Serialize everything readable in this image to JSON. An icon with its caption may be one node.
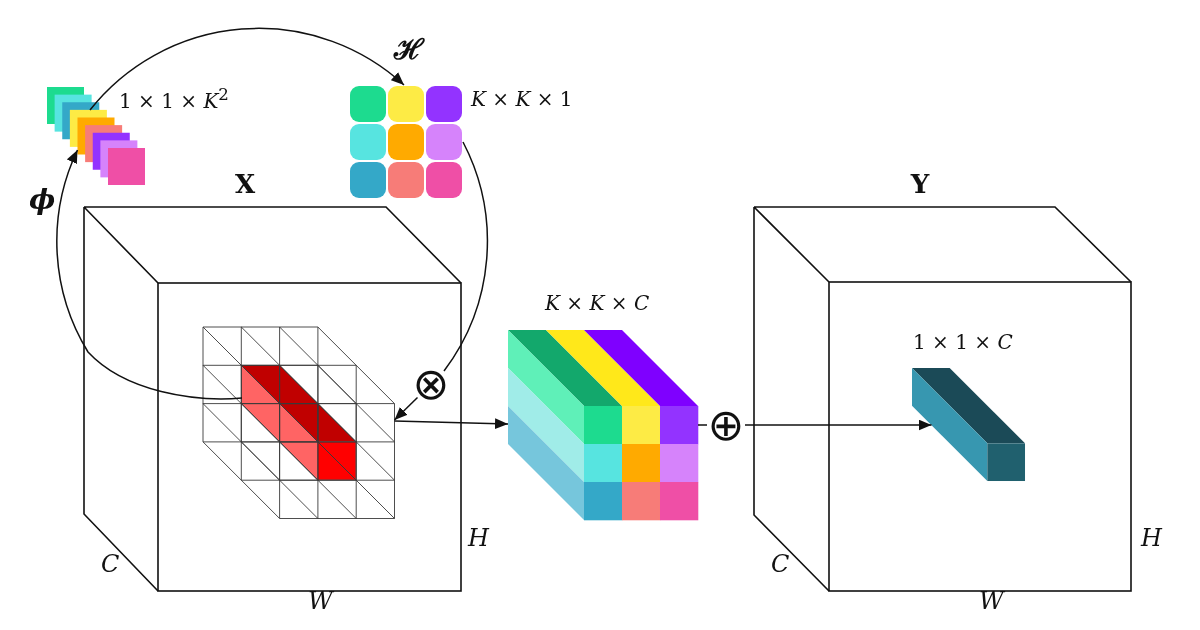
{
  "diagram": {
    "nodes": [
      {
        "text": [],
        "shape": "stack",
        "beside": [
          "1 × 1 × *K*$^{2}$"
        ]
      },
      {
        "text": [],
        "shape": "grid",
        "beside": [
          "*K* × *K* × 1"
        ]
      },
      {
        "text": [
          "X"
        ]
      },
      {
        "text": [],
        "shape": "grid",
        "in": 2
      },
      {
        "text": [],
        "shape": "bar",
        "in": 3
      },
      {
        "text": [
          "⊗"
        ],
        "in": 2
      },
      {
        "text": [],
        "shape": "cube",
        "beside": [
          "*K* × *K* × *C*"
        ]
      },
      {
        "text": [
          "⊕"
        ]
      },
      {
        "text": [
          "Y"
        ]
      },
      {
        "text": [],
        "shape": "bar",
        "in": 8,
        "beside": [
          "1 × 1 × *C*"
        ]
      }
    ],
    "edges": [
      {
        "from": 4,
        "to": 0,
        "arrow": "to",
        "label": "ϕ"
      },
      {
        "from": 0,
        "to": 1,
        "arrow": "to",
        "label": "ℋ"
      },
      {
        "from": 1,
        "to": 5,
        "arrow": "none"
      },
      {
        "from": 5,
        "to": 3,
        "arrow": "to"
      },
      {
        "from": 3,
        "to": 6,
        "arrow": "to"
      },
      {
        "from": 6,
        "to": 7,
        "arrow": "none"
      },
      {
        "from": 7,
        "to": 9,
        "arrow": "to"
      }
    ],
    "labels": [
      "C",
      "W",
      "H",
      "C",
      "W",
      "H"
    ]
  }
}
